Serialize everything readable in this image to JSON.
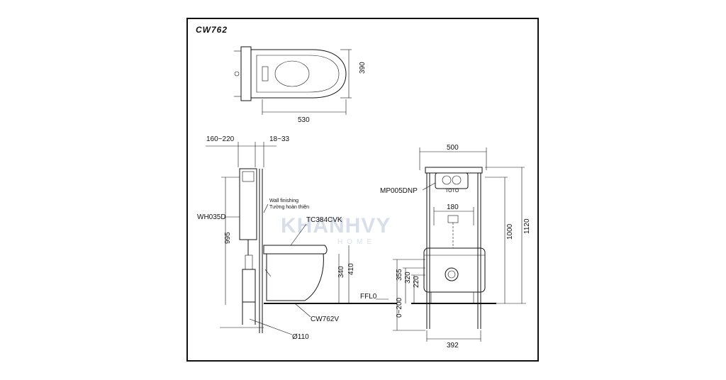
{
  "title": "CW762",
  "watermark": {
    "brand": "KHANHVY",
    "sub": "HOME"
  },
  "dimensions": {
    "top_depth": "390",
    "top_length": "530",
    "wall_gap": "160~220",
    "finish_thickness": "18~33",
    "frame_width": "500",
    "seat_center": "180",
    "frame_height": "1000",
    "overall_height": "1120",
    "cistern_height": "995",
    "bowl_height_340": "340",
    "bowl_height_410": "410",
    "dim_355": "355",
    "dim_320": "320",
    "dim_220": "220",
    "floor_range": "0~200",
    "feet_width": "392"
  },
  "labels": {
    "wall_finishing_en": "Wall finishing",
    "wall_finishing_vi": "Tường hoàn thiện",
    "seat_model": "TC384CVK",
    "cistern_model": "WH035D",
    "bowl_model": "CW762V",
    "pipe_diameter": "Ø110",
    "floor_level": "FFL0",
    "flush_plate": "MP005DNP",
    "plate_brand": "TOTO"
  }
}
